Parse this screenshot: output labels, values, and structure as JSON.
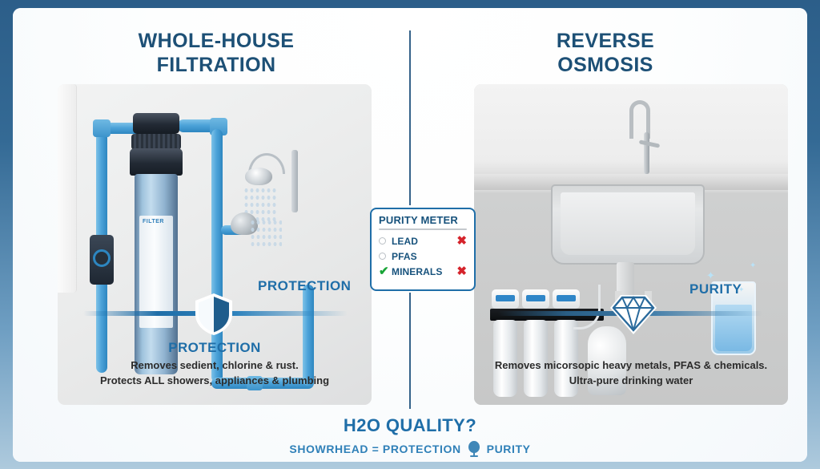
{
  "theme": {
    "frame_color": "#2c5e89",
    "accent_blue": "#1f6ea8",
    "title_blue": "#1d5076",
    "check_green": "#18a436",
    "x_red": "#d5232b"
  },
  "columns": {
    "left": {
      "title_line1": "WHOLE-HOUSE",
      "title_line2": "FILTRATION",
      "overlay_word": "PROTECTION",
      "badge_icon": "shield-icon",
      "caption_head": "PROTECTION",
      "caption_line1": "Removes sedient, chlorine & rust.",
      "caption_line2": "Protects ALL showers, appliances & plumbing",
      "photo_alt": "whole-house-filter-photo"
    },
    "right": {
      "title_line1": "REVERSE",
      "title_line2": "OSMOSIS",
      "overlay_word": "PURITY",
      "badge_icon": "diamond-icon",
      "caption_head": "",
      "caption_line1": "Removes micorsopic heavy metals, PFAS & chemicals.",
      "caption_line2": "Ultra-pure drinking water",
      "photo_alt": "reverse-osmosis-under-sink-photo"
    }
  },
  "purity_meter": {
    "title": "PURITY METER",
    "rows": [
      {
        "label": "LEAD",
        "mark": "circle-empty",
        "status": "x",
        "status_symbol": "✖"
      },
      {
        "label": "PFAS",
        "mark": "circle-empty",
        "status": "none",
        "status_symbol": ""
      },
      {
        "label": "MINERALS",
        "mark": "check",
        "status": "x",
        "status_symbol": "✖"
      }
    ],
    "check_symbol": "✔"
  },
  "footer": {
    "title": "H2O QUALITY?",
    "left_text": "SHOWRHEAD = PROTECTION",
    "icon": "water-drop-icon",
    "right_text": "PURITY"
  }
}
